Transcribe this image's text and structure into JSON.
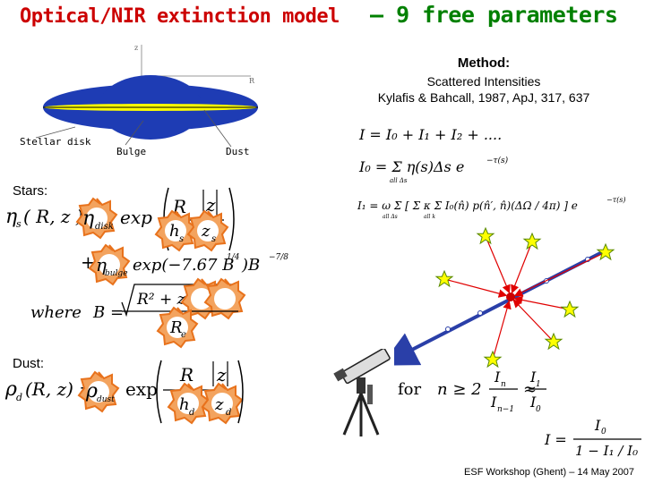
{
  "title": {
    "main": "Optical/NIR extinction model",
    "highlight": "– 9 free parameters"
  },
  "galaxy_diagram": {
    "axis_z": "z",
    "axis_r": "R",
    "stellar_disk_label": "Stellar disk",
    "bulge_label": "Bulge",
    "dust_label": "Dust"
  },
  "method": {
    "title": "Method:",
    "subtitle": "Scattered Intensities",
    "reference": "Kylafis & Bahcall, 1987, ApJ, 317, 637"
  },
  "stars_label": "Stars:",
  "dust_section_label": "Dust:",
  "equations": {
    "stars_line1_lhs": "η",
    "stars_line1_args": "( R, z ) =",
    "eta_disk": "η",
    "disk_sub": "disk",
    "exp": "exp",
    "R": "R",
    "z": "z",
    "h": "h",
    "hs_sub": "s",
    "zs_sub": "s",
    "plus": "+",
    "bulge_sub": "bulge",
    "bulge_expr": "exp(−7.67 B",
    "quarter": "1/4",
    "B_power": ")B",
    "neg_exp": "−7/8",
    "where": "where",
    "B_eq": "B =",
    "sqrt_expr": "R² + z²(a / b)²",
    "Rc": "R",
    "Rc_sub": "e",
    "dust_lhs": "ρ",
    "dust_args": "(R, z) =",
    "rho": "ρ",
    "dust_sub": "dust",
    "hd_sub": "d",
    "zd_sub": "d",
    "I_series": "I = I₀ + I₁ + I₂ + ....",
    "I0_expr": "I₀ = Σ η(s)Δs e",
    "I0_sum_sub": "all Δs",
    "I0_exp": "−τ(s)",
    "I1_expr": "I₁ = ω Σ [ Σ κ Σ I₀(n̂) p(n̂′, n̂)(ΔΩ / 4π) ] e",
    "I1_sum_sub1": "all Δs",
    "I1_sum_sub2": "all k",
    "I1_exp": "−τ(s)",
    "for": "for",
    "n_ge": "n ≥ 2",
    "In": "I",
    "In_sub": "n",
    "In1_sub": "n−1",
    "I1": "I",
    "I0": "I",
    "approx": "≈",
    "I_closed": "I =",
    "closed_den": "1 − I₁ / I₀"
  },
  "footer": "ESF Workshop (Ghent) – 14 May 2007",
  "colors": {
    "title_red": "#cc0000",
    "title_green": "#008000",
    "disk_blue": "#1e3cb4",
    "disk_yellow": "#ffff00",
    "ray_red": "#e00000",
    "line_of_sight": "#2a3fa8",
    "star_yellow": "#ffff00",
    "star_outline": "#5a8a00",
    "burst_orange": "#e8721c"
  },
  "icons": {
    "parameter_marker": "orange-burst-icon",
    "star": "yellow-star-icon",
    "observer": "telescope-icon"
  }
}
